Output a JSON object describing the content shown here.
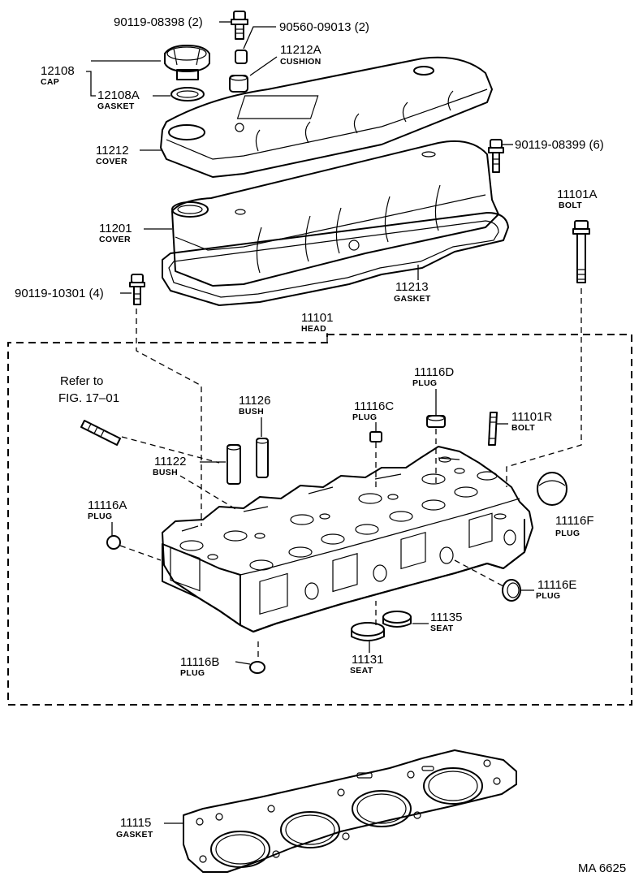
{
  "diagram_id": "MA 6625",
  "reference_note": {
    "line1": "Refer to",
    "line2": "FIG. 17–01"
  },
  "callouts": [
    {
      "id": "c-90119-08398",
      "part_no": "90119-08398 (2)",
      "name": ""
    },
    {
      "id": "c-90560-09013",
      "part_no": "90560-09013 (2)",
      "name": ""
    },
    {
      "id": "c-12108",
      "part_no": "12108",
      "name": "CAP"
    },
    {
      "id": "c-11212a",
      "part_no": "11212A",
      "name": "CUSHION"
    },
    {
      "id": "c-12108a",
      "part_no": "12108A",
      "name": "GASKET"
    },
    {
      "id": "c-11212",
      "part_no": "11212",
      "name": "COVER"
    },
    {
      "id": "c-90119-08399",
      "part_no": "90119-08399 (6)",
      "name": ""
    },
    {
      "id": "c-11101a",
      "part_no": "11101A",
      "name": "BOLT"
    },
    {
      "id": "c-11201",
      "part_no": "11201",
      "name": "COVER"
    },
    {
      "id": "c-11213",
      "part_no": "11213",
      "name": "GASKET"
    },
    {
      "id": "c-90119-10301",
      "part_no": "90119-10301 (4)",
      "name": ""
    },
    {
      "id": "c-11101",
      "part_no": "11101",
      "name": "HEAD"
    },
    {
      "id": "c-11116d",
      "part_no": "11116D",
      "name": "PLUG"
    },
    {
      "id": "c-11126",
      "part_no": "11126",
      "name": "BUSH"
    },
    {
      "id": "c-11116c",
      "part_no": "11116C",
      "name": "PLUG"
    },
    {
      "id": "c-11101r",
      "part_no": "11101R",
      "name": "BOLT"
    },
    {
      "id": "c-11122",
      "part_no": "11122",
      "name": "BUSH"
    },
    {
      "id": "c-11116a",
      "part_no": "11116A",
      "name": "PLUG"
    },
    {
      "id": "c-11116f",
      "part_no": "11116F",
      "name": "PLUG"
    },
    {
      "id": "c-11116e",
      "part_no": "11116E",
      "name": "PLUG"
    },
    {
      "id": "c-11135",
      "part_no": "11135",
      "name": "SEAT"
    },
    {
      "id": "c-11116b",
      "part_no": "11116B",
      "name": "PLUG"
    },
    {
      "id": "c-11131",
      "part_no": "11131",
      "name": "SEAT"
    },
    {
      "id": "c-11115",
      "part_no": "11115",
      "name": "GASKET"
    }
  ]
}
